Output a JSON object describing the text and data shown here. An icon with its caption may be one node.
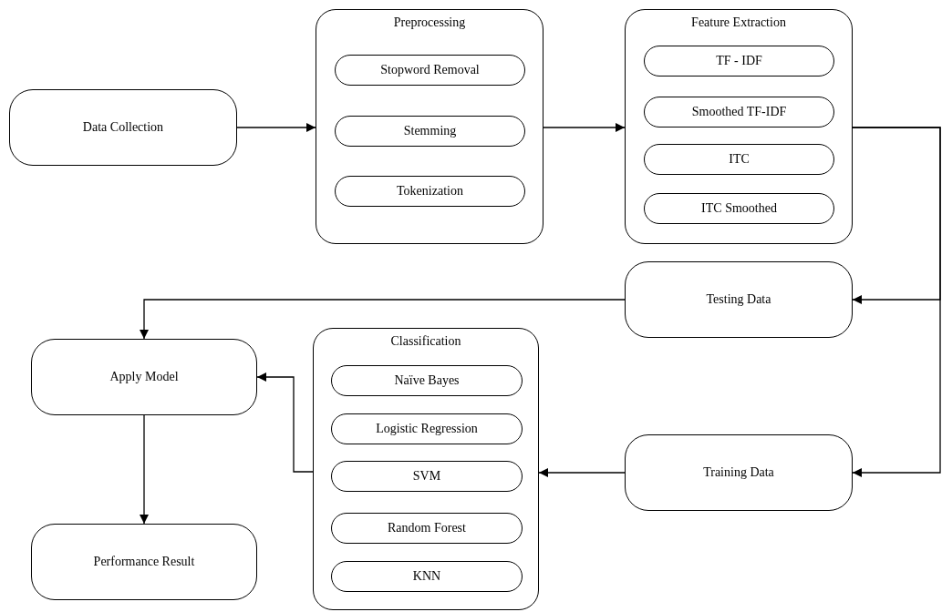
{
  "diagram": {
    "nodes": [
      {
        "text": [
          "Data Collection"
        ]
      },
      {
        "text": [
          "Preprocessing"
        ]
      },
      {
        "text": [
          "Stopword Removal"
        ],
        "in": 1
      },
      {
        "text": [
          "Stemming"
        ],
        "in": 1
      },
      {
        "text": [
          "Tokenization"
        ],
        "in": 1
      },
      {
        "text": [
          "Feature Extraction"
        ]
      },
      {
        "text": [
          "TF - IDF"
        ],
        "in": 5
      },
      {
        "text": [
          "Smoothed TF-IDF"
        ],
        "in": 5
      },
      {
        "text": [
          "ITC"
        ],
        "in": 5
      },
      {
        "text": [
          "ITC Smoothed"
        ],
        "in": 5
      },
      {
        "text": [
          "Testing Data"
        ]
      },
      {
        "text": [
          "Apply Model"
        ]
      },
      {
        "text": [
          "Classification"
        ]
      },
      {
        "text": [
          "Naïve Bayes"
        ],
        "in": 12
      },
      {
        "text": [
          "Logistic Regression"
        ],
        "in": 12
      },
      {
        "text": [
          "SVM"
        ],
        "in": 12
      },
      {
        "text": [
          "Random Forest"
        ],
        "in": 12
      },
      {
        "text": [
          "KNN"
        ],
        "in": 12
      },
      {
        "text": [
          "Training Data"
        ]
      },
      {
        "text": [
          "Performance Result"
        ]
      }
    ],
    "edges": [
      {
        "from": 0,
        "to": 1,
        "arrow": "to"
      },
      {
        "from": 1,
        "to": 5,
        "arrow": "to"
      },
      {
        "from": 5,
        "to": 10,
        "arrow": "to"
      },
      {
        "from": 5,
        "to": 18,
        "arrow": "to"
      },
      {
        "from": 10,
        "to": 11,
        "arrow": "to"
      },
      {
        "from": 12,
        "to": 11,
        "arrow": "to"
      },
      {
        "from": 18,
        "to": 12,
        "arrow": "to"
      },
      {
        "from": 11,
        "to": 19,
        "arrow": "to"
      }
    ]
  }
}
